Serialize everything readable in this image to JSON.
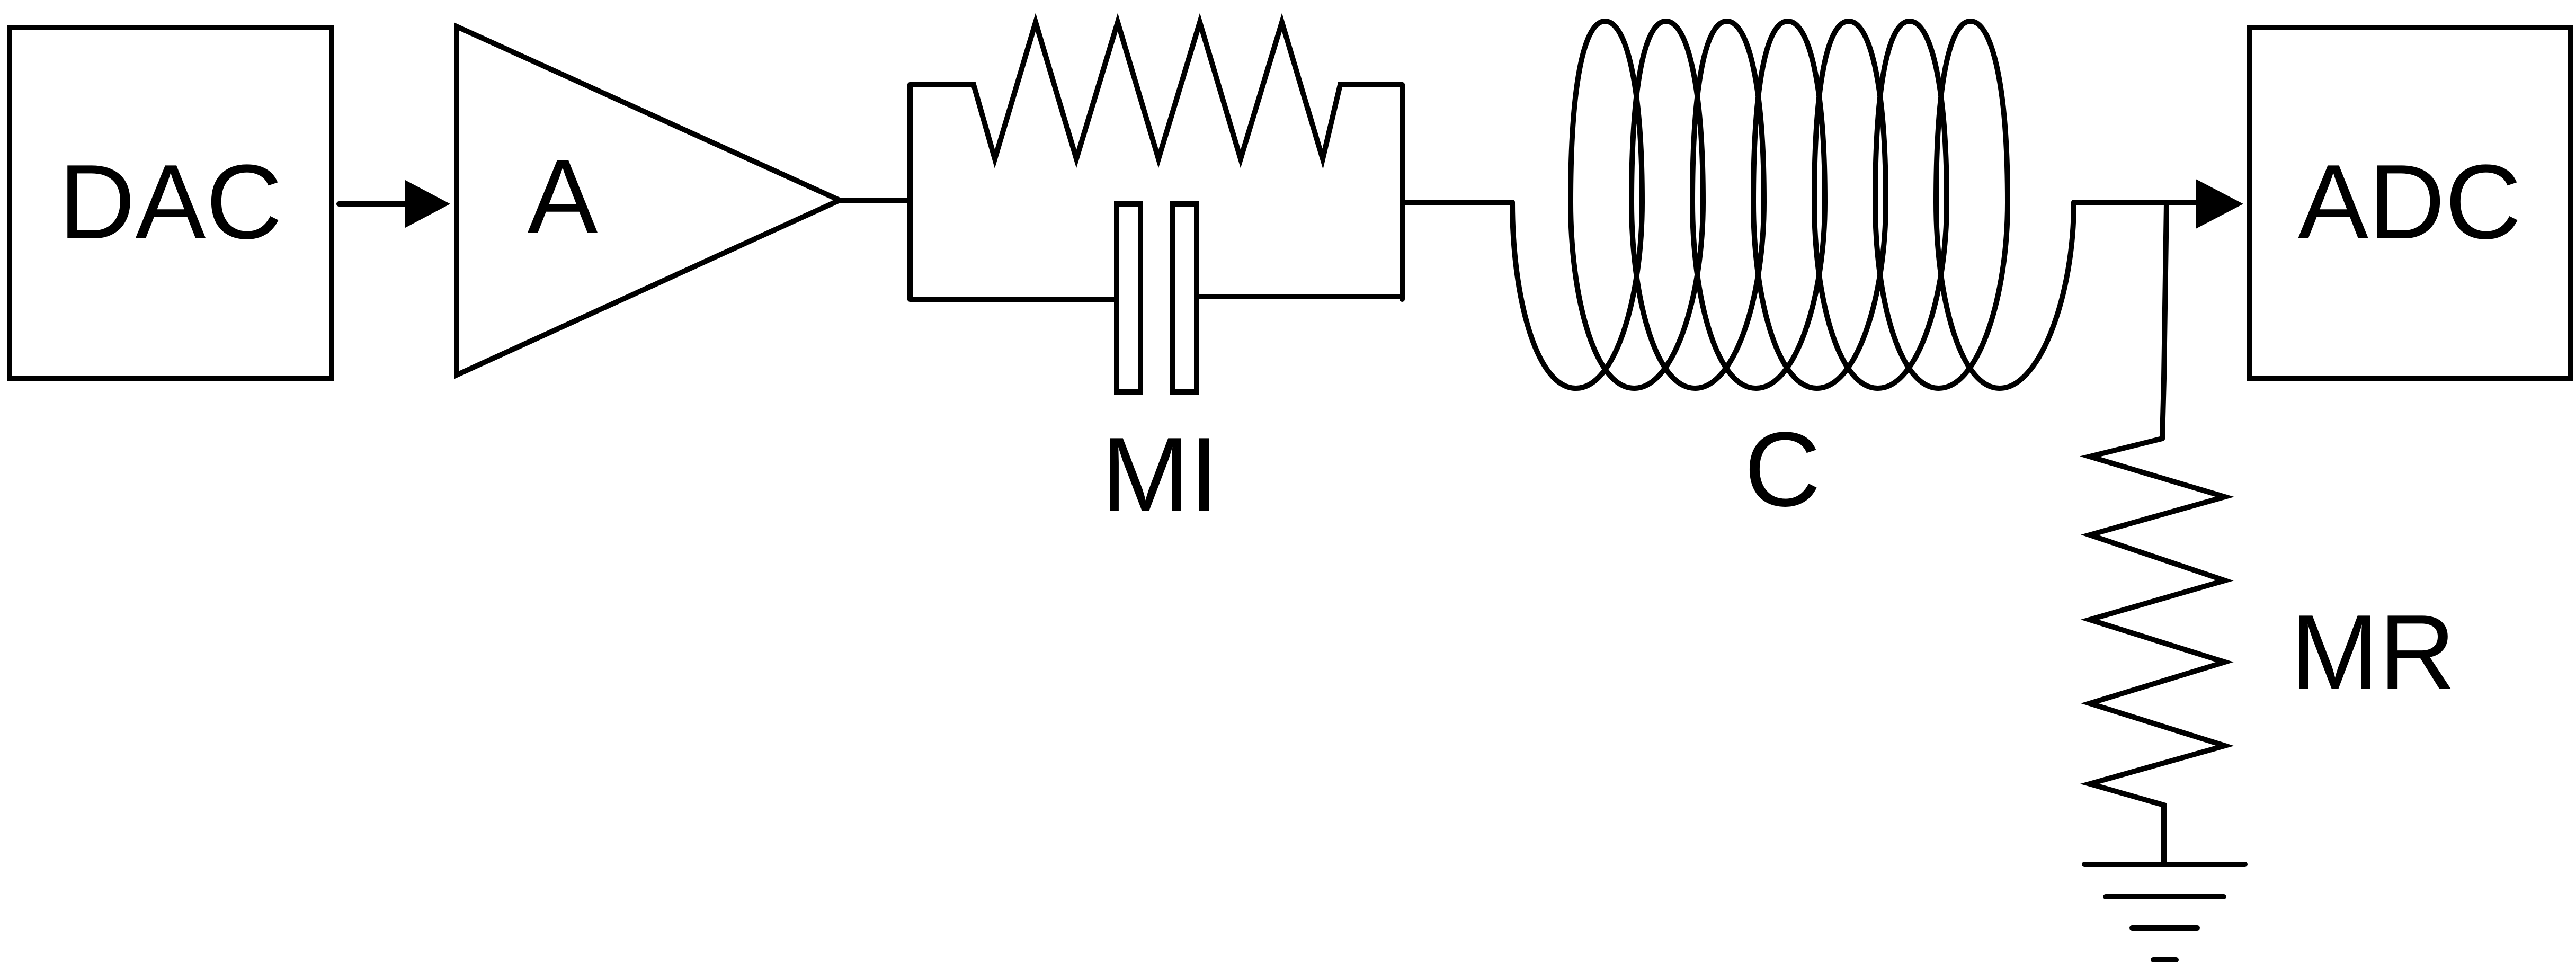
{
  "diagram": {
    "type": "circuit-schematic",
    "colors": {
      "stroke": "#000000",
      "background": "#ffffff"
    },
    "labels": {
      "dac": "DAC",
      "amplifier": "A",
      "mi": "MI",
      "coil": "C",
      "adc": "ADC",
      "mr": "MR"
    },
    "icons": {
      "dac": "dac-box-icon",
      "amplifier": "amplifier-triangle-icon",
      "resistor": "resistor-icon",
      "capacitor": "capacitor-icon",
      "coil": "coil-icon",
      "adc": "adc-box-icon",
      "ground": "ground-icon"
    }
  }
}
